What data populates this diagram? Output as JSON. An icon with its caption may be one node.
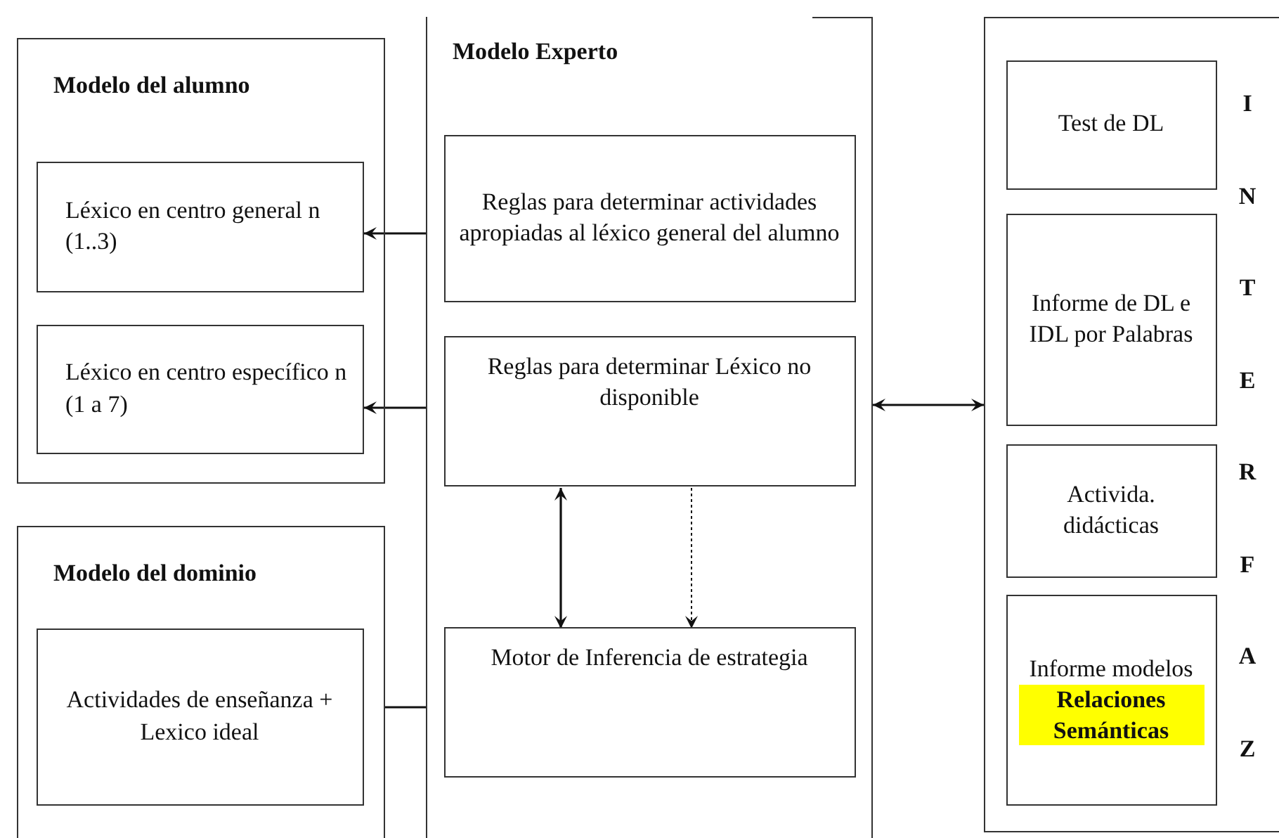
{
  "diagram": {
    "nodes": [
      {
        "text": [
          "Modelo del alumno"
        ]
      },
      {
        "text": [
          "Léxico en centro general n (1..3)"
        ],
        "in": 0
      },
      {
        "text": [
          "Léxico en centro específico n (1 a 7)"
        ],
        "in": 0
      },
      {
        "text": [
          "Modelo del dominio"
        ]
      },
      {
        "text": [
          "Actividades de enseñanza + Lexico ideal"
        ],
        "in": 3
      },
      {
        "text": [
          "Modelo Experto"
        ]
      },
      {
        "text": [
          "Reglas para determinar actividades apropiadas al léxico general del alumno"
        ],
        "in": 5
      },
      {
        "text": [
          "Reglas para determinar Léxico no disponible"
        ],
        "in": 5
      },
      {
        "text": [
          "Motor de Inferencia de estrategia"
        ],
        "in": 5
      },
      {
        "text": [
          "INTERFAZ"
        ]
      },
      {
        "text": [
          "Test de DL"
        ],
        "in": 9
      },
      {
        "text": [
          "Informe de DL e IDL por Palabras"
        ],
        "in": 9
      },
      {
        "text": [
          "Activida. didácticas"
        ],
        "in": 9
      },
      {
        "text": [
          "Informe modelos",
          "Relaciones Semánticas"
        ],
        "in": 9
      }
    ],
    "edges": [
      {
        "from": 5,
        "to": 1,
        "arrow": "to"
      },
      {
        "from": 5,
        "to": 2,
        "arrow": "to"
      },
      {
        "from": 3,
        "to": 5,
        "arrow": "none"
      },
      {
        "from": 7,
        "to": 8,
        "arrow": "both"
      },
      {
        "from": 7,
        "to": 8,
        "arrow": "to",
        "style": "dashed"
      },
      {
        "from": 5,
        "to": 9,
        "arrow": "both"
      }
    ]
  }
}
